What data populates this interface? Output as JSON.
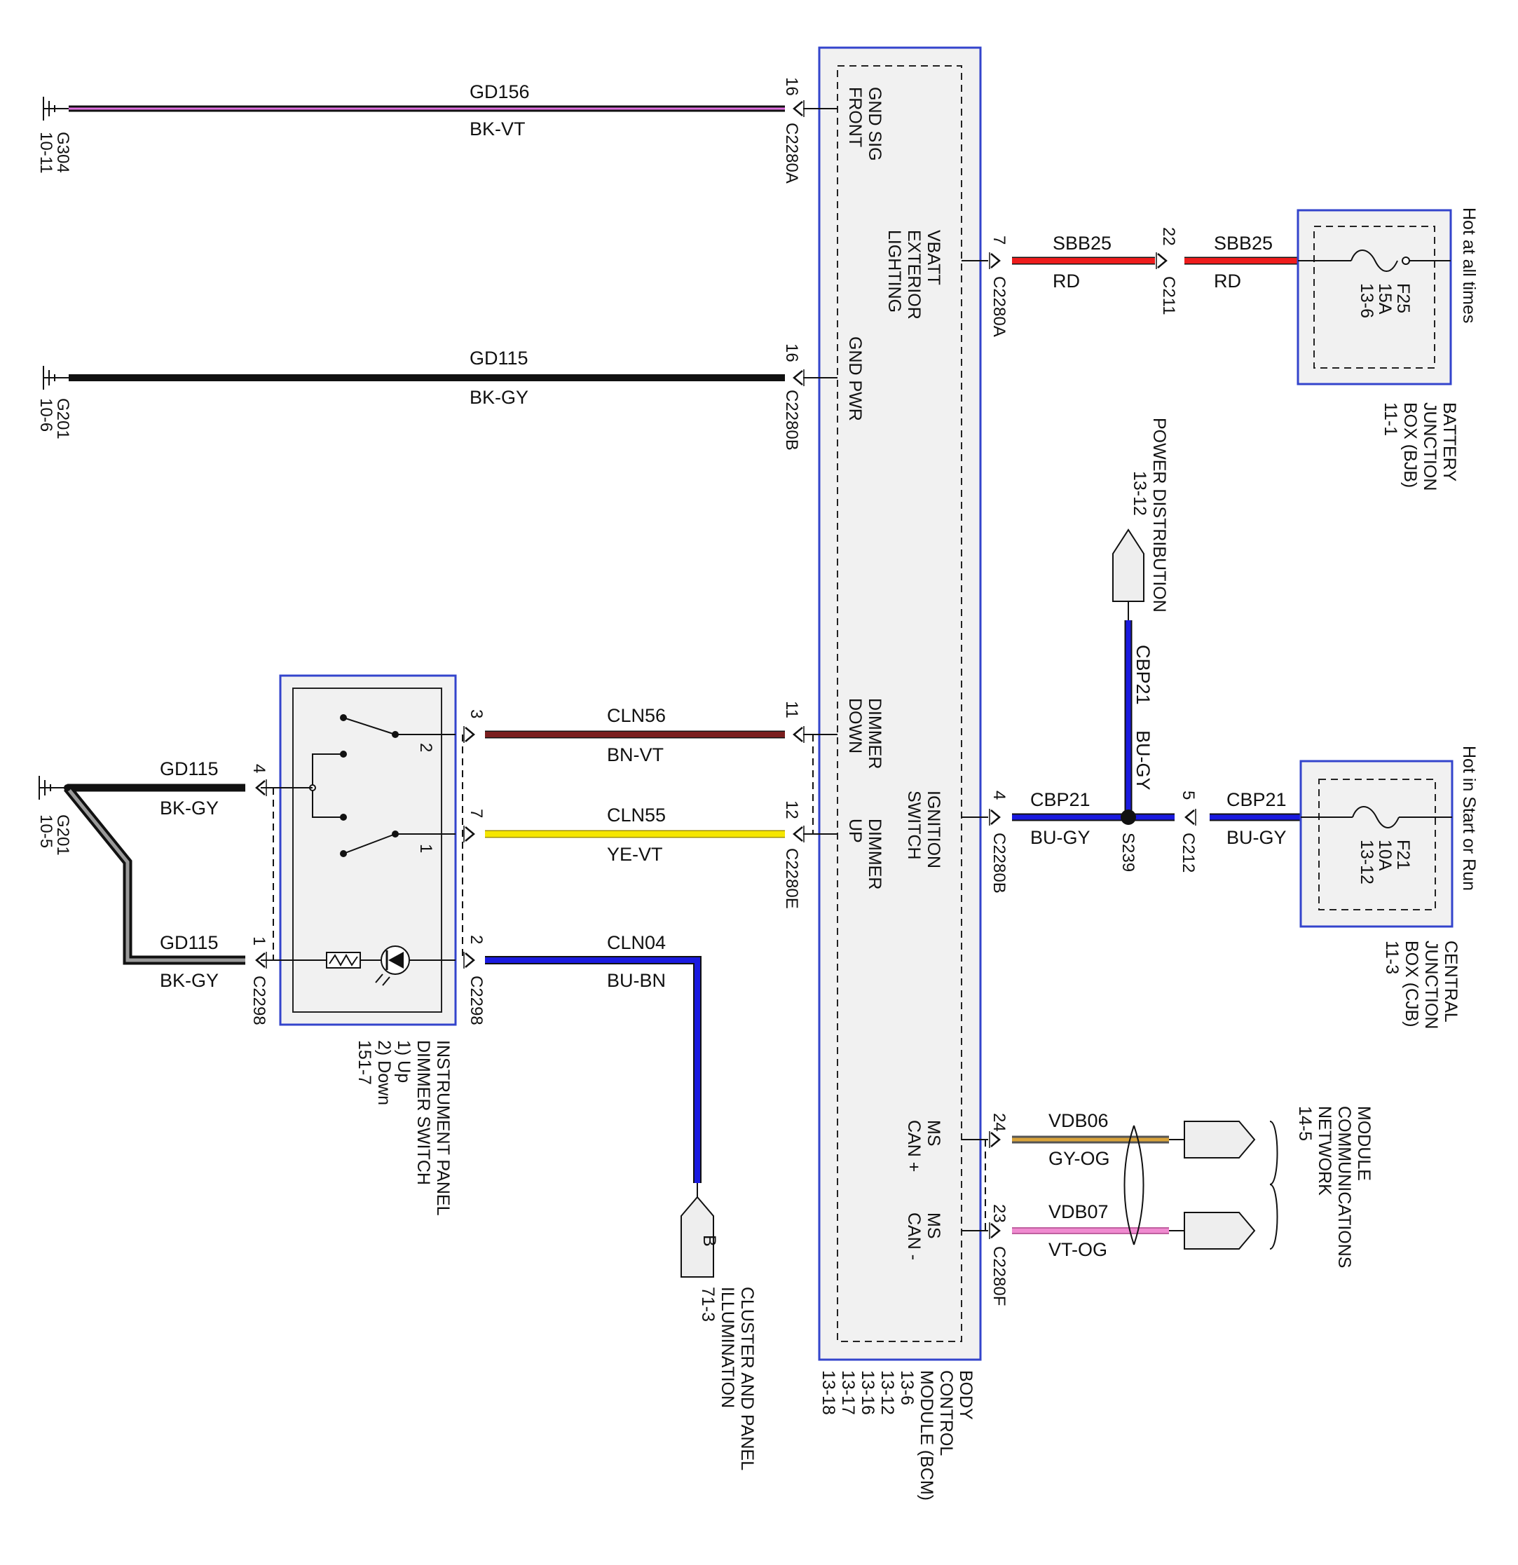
{
  "modules": {
    "bcm": {
      "name_lines": [
        "BODY",
        "CONTROL",
        "MODULE (BCM)",
        "13-6",
        "13-12",
        "13-16",
        "13-17",
        "13-18"
      ],
      "pins": {
        "gnd_sig_front": [
          "GND SIG",
          "FRONT"
        ],
        "vbatt_ext": [
          "VBATT",
          "EXTERIOR",
          "LIGHTING"
        ],
        "gnd_pwr": [
          "GND PWR"
        ],
        "dimmer_down": [
          "DIMMER",
          "DOWN"
        ],
        "dimmer_up": [
          "DIMMER",
          "UP"
        ],
        "ignition_switch": [
          "IGNITION",
          "SWITCH"
        ],
        "ms_can_plus": [
          "MS",
          "CAN +"
        ],
        "ms_can_minus": [
          "MS",
          "CAN -"
        ]
      }
    },
    "bjb": {
      "name_lines": [
        "BATTERY",
        "JUNCTION",
        "BOX (BJB)",
        "11-1"
      ],
      "fuse_lines": [
        "F25",
        "15A",
        "13-6"
      ],
      "hot_text": "Hot at all times"
    },
    "cjb": {
      "name_lines": [
        "CENTRAL",
        "JUNCTION",
        "BOX (CJB)",
        "11-3"
      ],
      "fuse_lines": [
        "F21",
        "10A",
        "13-12"
      ],
      "hot_text": "Hot in Start or Run"
    },
    "dimmer_switch": {
      "name_lines": [
        "INSTRUMENT PANEL",
        "DIMMER SWITCH",
        "1) Up",
        "2) Down",
        "151-7"
      ],
      "contact_down": "2",
      "contact_up": "1"
    }
  },
  "references": {
    "power_distribution": {
      "name": "POWER DISTRIBUTION",
      "page": "13-12"
    },
    "module_comm": {
      "name_lines": [
        "MODULE",
        "COMMUNICATIONS",
        "NETWORK",
        "14-5"
      ]
    },
    "cluster": {
      "letter": "B",
      "name_lines": [
        "CLUSTER AND PANEL",
        "ILLUMINATION",
        "71-3"
      ]
    }
  },
  "grounds": {
    "g304": {
      "id": "G304",
      "page": "10-11"
    },
    "g201_top": {
      "id": "G201",
      "page": "10-6"
    },
    "g201_left": {
      "id": "G201",
      "page": "10-5"
    }
  },
  "splice": {
    "id": "S239"
  },
  "connectors": {
    "c2280a_top": {
      "id": "C2280A",
      "pin": "16"
    },
    "c2280a_vbatt": {
      "id": "C2280A",
      "pin": "7"
    },
    "c211": {
      "id": "C211",
      "pin": "22"
    },
    "c2280b_gnd": {
      "id": "C2280B",
      "pin": "16"
    },
    "c2280b_ign": {
      "id": "C2280B",
      "pin": "4"
    },
    "c212": {
      "id": "C212",
      "pin": "5"
    },
    "c2280e": {
      "id": "C2280E",
      "pin_down": "11",
      "pin_up": "12"
    },
    "c2298_left": {
      "id": "C2298",
      "pin_a": "4",
      "pin_b": "1"
    },
    "c2298_right": {
      "id": "C2298",
      "pin_a": "3",
      "pin_b": "7",
      "pin_c": "2"
    },
    "c2280f": {
      "id": "C2280F",
      "pin_plus": "24",
      "pin_minus": "23"
    }
  },
  "wires": {
    "gd156": {
      "circuit": "GD156",
      "color": "BK-VT"
    },
    "sbb25_a": {
      "circuit": "SBB25",
      "color": "RD"
    },
    "sbb25_b": {
      "circuit": "SBB25",
      "color": "RD"
    },
    "gd115_top": {
      "circuit": "GD115",
      "color": "BK-GY"
    },
    "cbp21_v": {
      "circuit": "CBP21",
      "color": "BU-GY"
    },
    "cbp21_a": {
      "circuit": "CBP21",
      "color": "BU-GY"
    },
    "cbp21_b": {
      "circuit": "CBP21",
      "color": "BU-GY"
    },
    "cln56": {
      "circuit": "CLN56",
      "color": "BN-VT"
    },
    "cln55": {
      "circuit": "CLN55",
      "color": "YE-VT"
    },
    "cln04": {
      "circuit": "CLN04",
      "color": "BU-BN"
    },
    "gd115_a": {
      "circuit": "GD115",
      "color": "BK-GY"
    },
    "gd115_b": {
      "circuit": "GD115",
      "color": "BK-GY"
    },
    "vdb06": {
      "circuit": "VDB06",
      "color": "GY-OG"
    },
    "vdb07": {
      "circuit": "VDB07",
      "color": "VT-OG"
    }
  },
  "colors": {
    "module_outline": "#3344cc",
    "module_fill": "#f1f1f1",
    "black": "#111111",
    "violet": "#e070e0",
    "red": "#ee1c1c",
    "grey": "#9a9a9a",
    "blue": "#1a1ae0",
    "brown": "#7a1e1e",
    "yellow": "#f5e600",
    "orange": "#d9a33a",
    "pink": "#f08ad0"
  }
}
